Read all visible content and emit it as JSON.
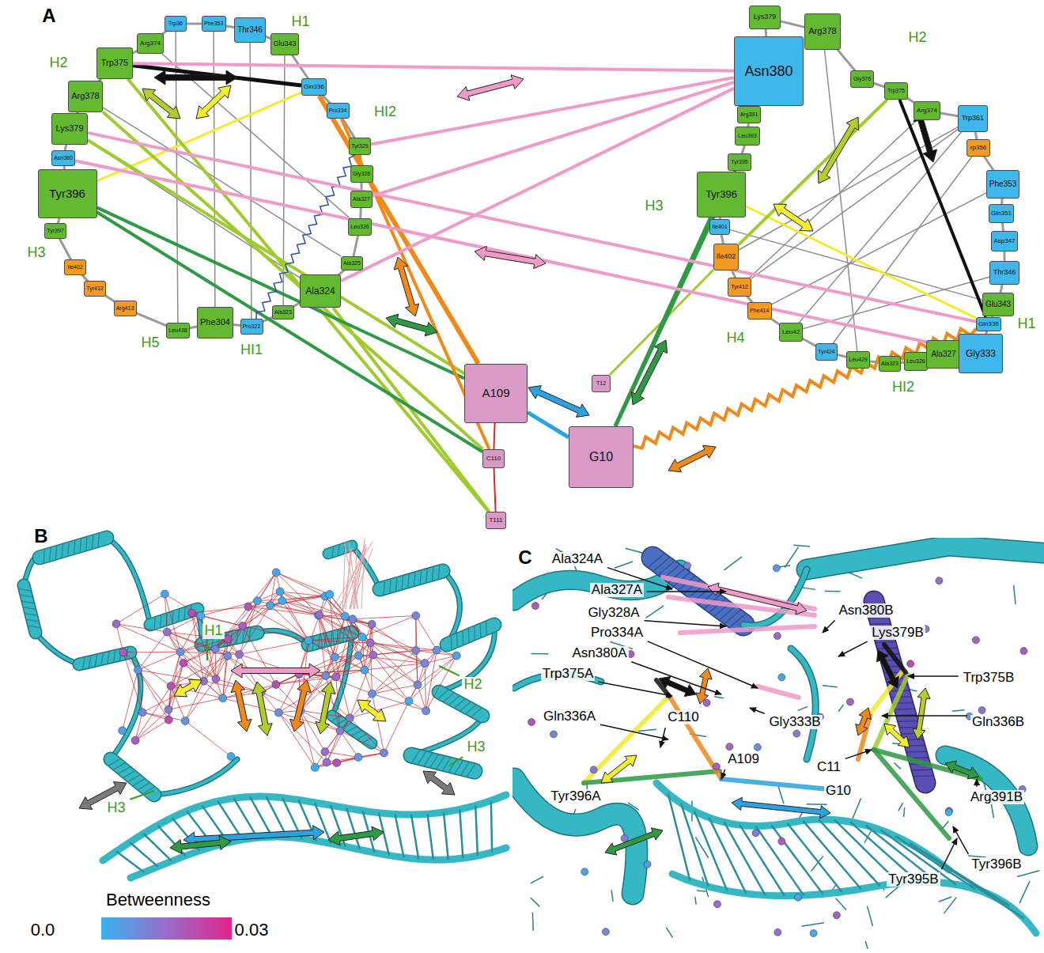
{
  "diagram": {
    "nodes": [
      {
        "text": [
          "Trp36"
        ]
      },
      {
        "text": [
          "Phe353"
        ]
      },
      {
        "text": [
          "Thr346"
        ]
      },
      {
        "text": [
          "Glu343"
        ]
      },
      {
        "text": [
          "Gln336"
        ]
      },
      {
        "text": [
          "Pro334"
        ]
      },
      {
        "text": [
          "Tyr329"
        ]
      },
      {
        "text": [
          "Gly328"
        ]
      },
      {
        "text": [
          "Ala327"
        ]
      },
      {
        "text": [
          "Leu326"
        ]
      },
      {
        "text": [
          "Ala325"
        ]
      },
      {
        "text": [
          "Ala324"
        ]
      },
      {
        "text": [
          "Ala323"
        ]
      },
      {
        "text": [
          "Pro322"
        ]
      },
      {
        "text": [
          "Phe304"
        ]
      },
      {
        "text": [
          "Leu438"
        ]
      },
      {
        "text": [
          "Arg413"
        ]
      },
      {
        "text": [
          "Tyr412"
        ]
      },
      {
        "text": [
          "Ile402"
        ]
      },
      {
        "text": [
          "Tyr397"
        ]
      },
      {
        "text": [
          "Tyr396"
        ]
      },
      {
        "text": [
          "Asn380"
        ]
      },
      {
        "text": [
          "Lys379"
        ]
      },
      {
        "text": [
          "Arg378"
        ]
      },
      {
        "text": [
          "Trp375"
        ]
      },
      {
        "text": [
          "Arg374"
        ]
      },
      {
        "text": [
          "A109"
        ]
      },
      {
        "text": [
          "C110"
        ]
      },
      {
        "text": [
          "T111"
        ]
      },
      {
        "text": [
          "G10"
        ]
      },
      {
        "text": [
          "T12"
        ]
      },
      {
        "text": [
          "Lys379"
        ]
      },
      {
        "text": [
          "Arg378"
        ]
      },
      {
        "text": [
          "Asn380"
        ]
      },
      {
        "text": [
          "Gly376"
        ]
      },
      {
        "text": [
          "Trp375"
        ]
      },
      {
        "text": [
          "Arg374"
        ]
      },
      {
        "text": [
          "Trp361"
        ]
      },
      {
        "text": [
          "Arg391"
        ]
      },
      {
        "text": [
          "Leu393"
        ]
      },
      {
        "text": [
          "Tyr395"
        ]
      },
      {
        "text": [
          "Tyr396"
        ]
      },
      {
        "text": [
          "Ile401"
        ]
      },
      {
        "text": [
          "Ile402"
        ]
      },
      {
        "text": [
          "Tyr412"
        ]
      },
      {
        "text": [
          "Phe414"
        ]
      },
      {
        "text": [
          "Leu42"
        ]
      },
      {
        "text": [
          "Tyr424"
        ]
      },
      {
        "text": [
          "Leu429"
        ]
      },
      {
        "text": [
          "Ala323"
        ]
      },
      {
        "text": [
          "Leu326"
        ]
      },
      {
        "text": [
          "Ala327"
        ]
      },
      {
        "text": [
          "Gly333"
        ]
      },
      {
        "text": [
          "Gln336"
        ]
      },
      {
        "text": [
          "Glu343"
        ]
      },
      {
        "text": [
          "Thr346"
        ]
      },
      {
        "text": [
          "Asp347"
        ]
      },
      {
        "text": [
          "Gln351"
        ]
      },
      {
        "text": [
          "Phe353"
        ]
      },
      {
        "text": [
          "rp356"
        ]
      }
    ],
    "edges": [
      {
        "from": 24,
        "to": 4,
        "arrow": "none"
      },
      {
        "from": 35,
        "to": 53,
        "arrow": "none"
      },
      {
        "from": 20,
        "to": 4,
        "arrow": "none"
      },
      {
        "from": 41,
        "to": 53,
        "arrow": "none"
      },
      {
        "from": 24,
        "to": 28,
        "arrow": "none"
      },
      {
        "from": 23,
        "to": 27,
        "arrow": "none"
      },
      {
        "from": 22,
        "to": 26,
        "arrow": "none"
      },
      {
        "from": 11,
        "to": 28,
        "arrow": "none"
      },
      {
        "from": 35,
        "to": 43,
        "arrow": "none"
      },
      {
        "from": 30,
        "to": 43,
        "arrow": "none"
      },
      {
        "from": 20,
        "to": 26,
        "arrow": "none"
      },
      {
        "from": 20,
        "to": 27,
        "arrow": "none"
      },
      {
        "from": 29,
        "to": 41,
        "arrow": "none"
      },
      {
        "from": 29,
        "to": 40,
        "arrow": "none"
      },
      {
        "from": 4,
        "to": 26,
        "arrow": "none"
      },
      {
        "from": 5,
        "to": 27,
        "arrow": "none"
      },
      {
        "from": 29,
        "to": 53,
        "arrow": "none"
      },
      {
        "from": 6,
        "to": 13,
        "arrow": "none"
      },
      {
        "from": 33,
        "to": 24,
        "arrow": "none"
      },
      {
        "from": 33,
        "to": 11,
        "arrow": "none"
      },
      {
        "from": 33,
        "to": 6,
        "arrow": "none"
      },
      {
        "from": 33,
        "to": 8,
        "arrow": "none"
      },
      {
        "from": 22,
        "to": 53,
        "arrow": "none"
      },
      {
        "from": 21,
        "to": 52,
        "arrow": "none"
      },
      {
        "from": 26,
        "to": 29,
        "arrow": "none"
      },
      {
        "from": 26,
        "to": 27,
        "arrow": "none"
      },
      {
        "from": 27,
        "to": 28,
        "arrow": "none"
      },
      {
        "from": 0,
        "to": 15,
        "arrow": "none"
      },
      {
        "from": 1,
        "to": 14,
        "arrow": "none"
      },
      {
        "from": 2,
        "to": 13,
        "arrow": "none"
      },
      {
        "from": 3,
        "to": 12,
        "arrow": "none"
      },
      {
        "from": 23,
        "to": 10,
        "arrow": "none"
      },
      {
        "from": 22,
        "to": 11,
        "arrow": "none"
      },
      {
        "from": 25,
        "to": 9,
        "arrow": "none"
      },
      {
        "from": 37,
        "to": 46,
        "arrow": "none"
      },
      {
        "from": 37,
        "to": 44,
        "arrow": "none"
      },
      {
        "from": 37,
        "to": 43,
        "arrow": "none"
      },
      {
        "from": 58,
        "to": 45,
        "arrow": "none"
      },
      {
        "from": 59,
        "to": 47,
        "arrow": "none"
      },
      {
        "from": 36,
        "to": 44,
        "arrow": "none"
      },
      {
        "from": 54,
        "to": 42,
        "arrow": "none"
      },
      {
        "from": 55,
        "to": 46,
        "arrow": "none"
      },
      {
        "from": 32,
        "to": 48,
        "arrow": "none"
      }
    ],
    "labels": [
      "A",
      "H2",
      "H1",
      "HI2",
      "H3",
      "H5",
      "HI1",
      "H2",
      "H3",
      "H1",
      "H4",
      "HI2",
      "B",
      "H1",
      "H2",
      "H3",
      "H3",
      "Betweenness",
      "0.0",
      "0.03",
      "C",
      "Ala324A",
      "Ala327A",
      "Gly328A",
      "Pro334A",
      "Asn380A",
      "Trp375A",
      "Gln336A",
      "Tyr396A",
      "C110",
      "A109",
      "Asn380B",
      "Lys379B",
      "Trp375B",
      "Gln336B",
      "Gly333B",
      "C11",
      "G10",
      "Arg391B",
      "Tyr396B",
      "Tyr395B"
    ]
  }
}
